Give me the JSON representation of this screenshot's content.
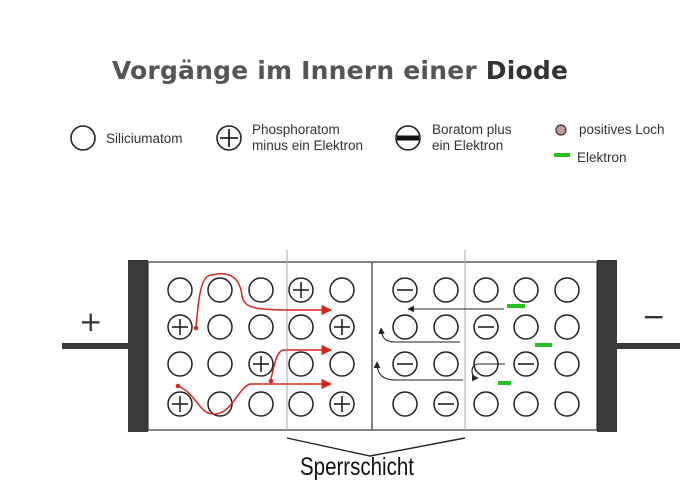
{
  "title_main": "Vorgänge im Innern einer ",
  "title_emph": "Diode",
  "legend": {
    "silicon": "Siliciumatom",
    "phosphor_line1": "Phosphoratom",
    "phosphor_line2": "minus ein Elektron",
    "boron_line1": "Boratom plus",
    "boron_line2": "ein Elektron",
    "hole": "positives Loch",
    "electron": "Elektron"
  },
  "terminal_left": "+",
  "terminal_right": "−",
  "plus_symbol": "+",
  "minus_symbol": "−",
  "caption": "Sperrschicht",
  "colors": {
    "title": "#555555",
    "arrows_p": "#d8261f",
    "electron": "#22c21c",
    "hole": "#c59a9a",
    "electrode": "#3a3a3a"
  },
  "lattice": {
    "p_region": [
      [
        "o",
        "o",
        "o",
        "+",
        "o"
      ],
      [
        "+",
        "o",
        "o",
        "o",
        "+"
      ],
      [
        "o",
        "o",
        "+",
        "o",
        "o"
      ],
      [
        "+",
        "o",
        "o",
        "o",
        "+"
      ]
    ],
    "n_region": [
      [
        "-",
        "o",
        "o",
        "o",
        "o"
      ],
      [
        "o",
        "o",
        "-",
        "o",
        "o"
      ],
      [
        "-",
        "o",
        "o",
        "-",
        "o"
      ],
      [
        "o",
        "-",
        "o",
        "o",
        "o"
      ]
    ]
  }
}
